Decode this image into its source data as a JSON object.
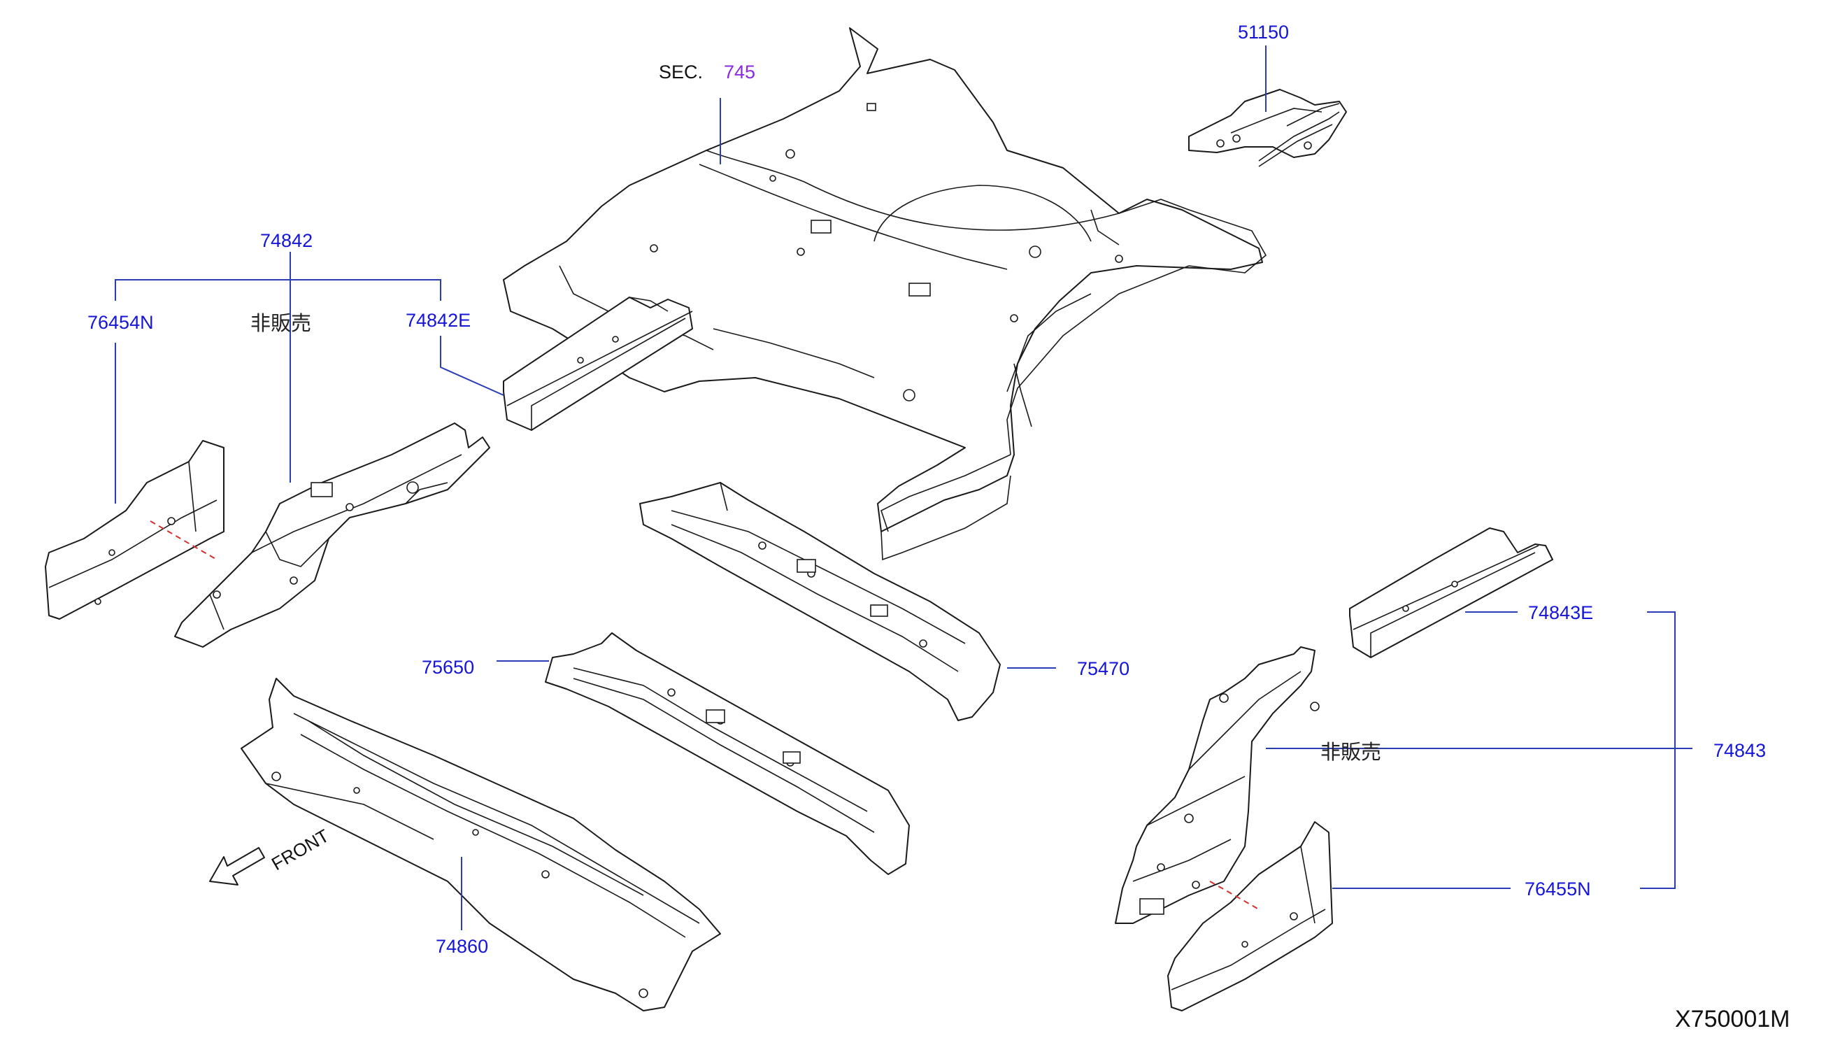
{
  "diagram": {
    "section_ref": {
      "prefix": "SEC.",
      "number": "745"
    },
    "labels": {
      "p51150": "51150",
      "p74842": "74842",
      "p76454N": "76454N",
      "not_for_sale_left": "非販売",
      "p74842E": "74842E",
      "p75470": "75470",
      "p75650": "75650",
      "p74860": "74860",
      "front": "FRONT",
      "p74843E": "74843E",
      "p74843": "74843",
      "not_for_sale_right": "非販売",
      "p76455N": "76455N",
      "code": "X750001M"
    },
    "colors": {
      "label": "#1515d8",
      "section_number": "#8a2be2",
      "leader": "#2a3db5",
      "line_art": "#1a1a1a",
      "center_line": "#d43030"
    }
  }
}
